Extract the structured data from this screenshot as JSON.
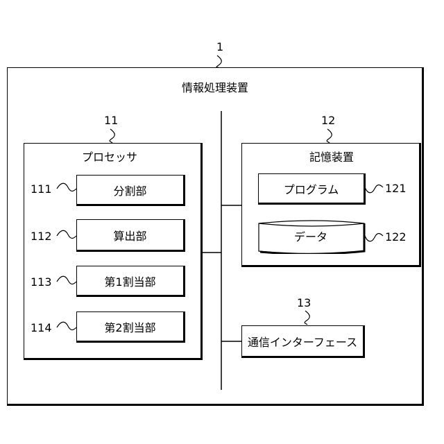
{
  "device": {
    "ref": "1",
    "title": "情報処理装置"
  },
  "processor": {
    "ref": "11",
    "title": "プロセッサ",
    "units": [
      {
        "ref": "111",
        "label": "分割部"
      },
      {
        "ref": "112",
        "label": "算出部"
      },
      {
        "ref": "113",
        "label": "第1割当部"
      },
      {
        "ref": "114",
        "label": "第2割当部"
      }
    ]
  },
  "storage": {
    "ref": "12",
    "title": "記憶装置",
    "program": {
      "ref": "121",
      "label": "プログラム"
    },
    "data": {
      "ref": "122",
      "label": "データ"
    }
  },
  "comm": {
    "ref": "13",
    "label": "通信インターフェース"
  }
}
